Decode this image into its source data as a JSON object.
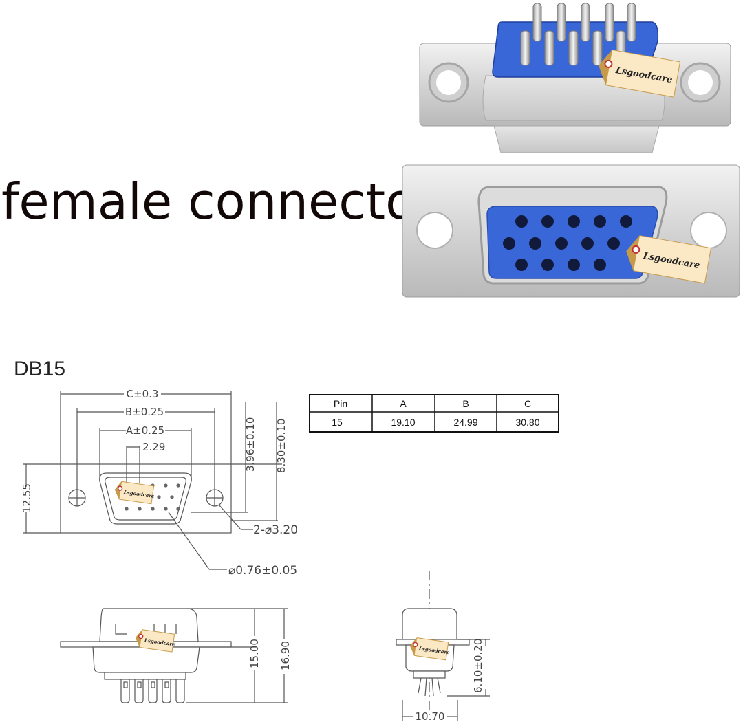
{
  "heading": "female connector",
  "model": "DB15",
  "brand_tag": "Lsgoodcare",
  "table": {
    "headers": [
      "Pin",
      "A",
      "B",
      "C"
    ],
    "rows": [
      [
        "15",
        "19.10",
        "24.99",
        "30.80"
      ]
    ]
  },
  "dimensions": {
    "c": "C±0.3",
    "b": "B±0.25",
    "a": "A±0.25",
    "pitch": "2.29",
    "shell_depth": "3.96±0.10",
    "total_depth": "8.30±0.10",
    "height": "12.55",
    "holes": "2-⌀3.20",
    "pin_dia": "⌀0.76±0.05",
    "side_h1": "15.00",
    "side_h2": "16.90",
    "end_h": "6.10±0.20",
    "end_w": "10.70"
  },
  "colors": {
    "insulator": "#3a67d8",
    "metal": "#d9d9d9",
    "tag": "#fbe9c6"
  }
}
